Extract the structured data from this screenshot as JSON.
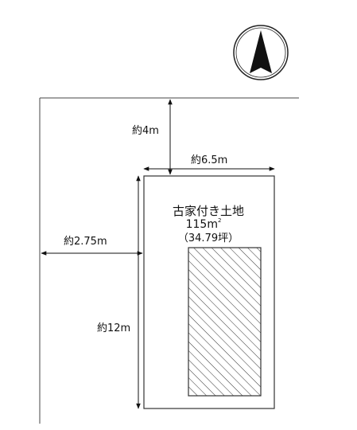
{
  "compass": {
    "label": "N",
    "icon": "north-arrow-icon"
  },
  "plot": {
    "title": "古家付き土地",
    "area_sqm_number": "115",
    "area_sqm_unit": "m",
    "area_sqm_sup": "2",
    "area_tsubo": "（34.79坪）"
  },
  "dimensions": {
    "front_setback": "約4m",
    "width": "約6.5m",
    "side_setback": "約2.75m",
    "depth": "約12m"
  }
}
